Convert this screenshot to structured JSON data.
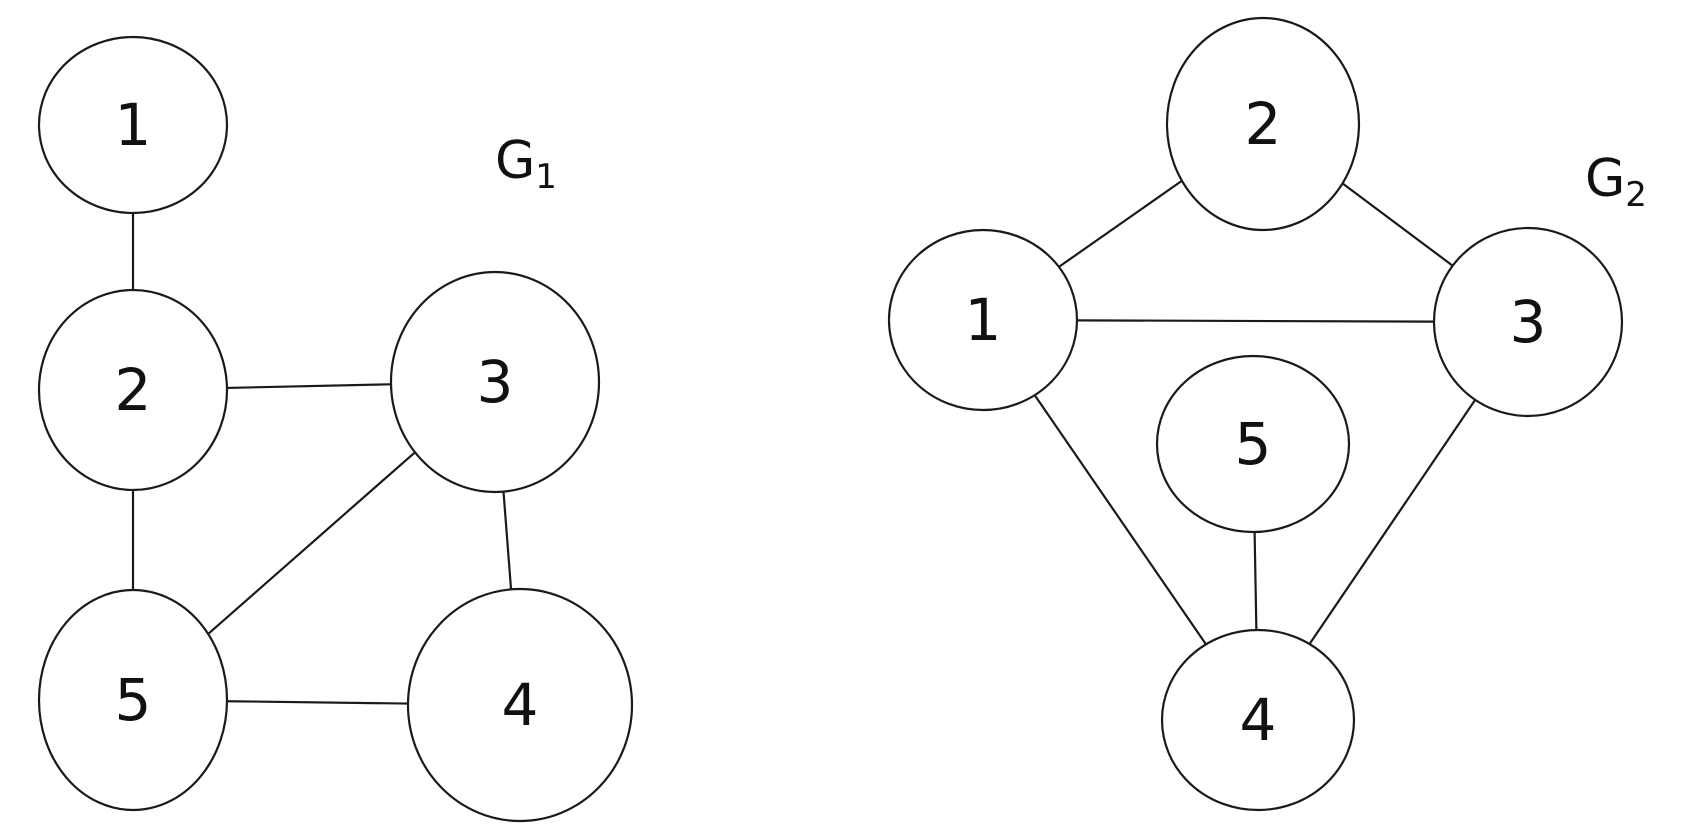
{
  "graphs": [
    {
      "name": "G",
      "subscript": "1",
      "nodes": [
        "1",
        "2",
        "3",
        "4",
        "5"
      ],
      "edges": [
        [
          "1",
          "2"
        ],
        [
          "2",
          "3"
        ],
        [
          "2",
          "5"
        ],
        [
          "3",
          "5"
        ],
        [
          "3",
          "4"
        ],
        [
          "5",
          "4"
        ]
      ]
    },
    {
      "name": "G",
      "subscript": "2",
      "nodes": [
        "1",
        "2",
        "3",
        "4",
        "5"
      ],
      "edges": [
        [
          "1",
          "2"
        ],
        [
          "2",
          "3"
        ],
        [
          "1",
          "3"
        ],
        [
          "1",
          "4"
        ],
        [
          "3",
          "4"
        ],
        [
          "5",
          "4"
        ]
      ]
    }
  ]
}
